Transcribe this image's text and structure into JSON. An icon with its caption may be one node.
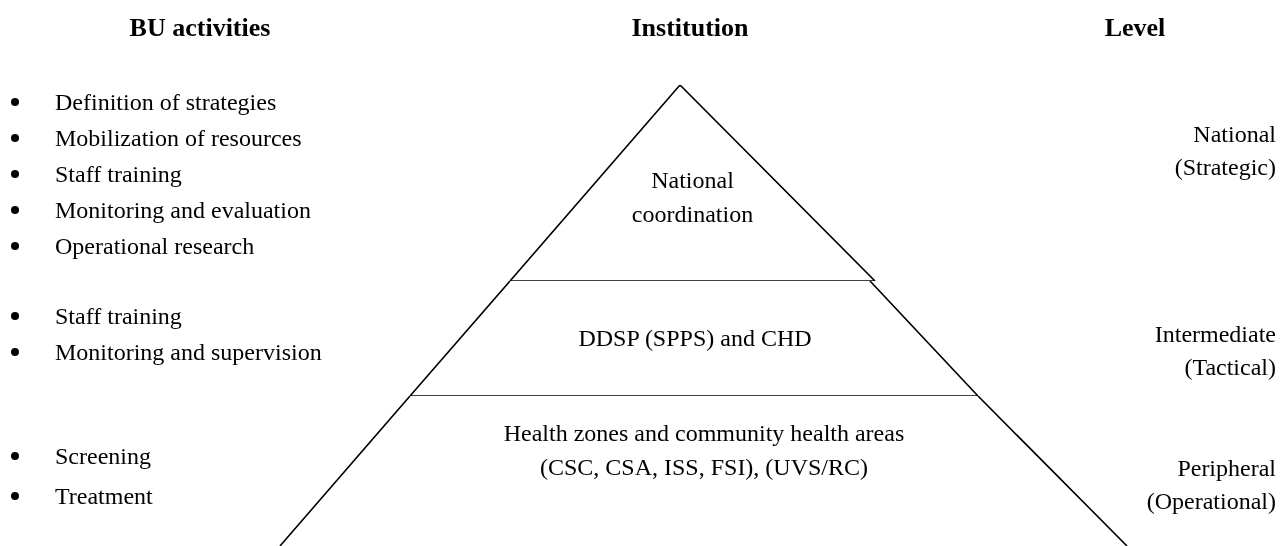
{
  "diagram": {
    "nodes": [
      {
        "text": [
          "National coordination"
        ]
      },
      {
        "text": [
          "DDSP (SPPS) and CHD"
        ]
      },
      {
        "text": [
          "Health zones and community health areas (CSC, CSA, ISS, FSI), (UVS/RC)"
        ]
      }
    ],
    "labels": [
      "BU activities",
      "Institution",
      "Level",
      "Definition of strategies",
      "Mobilization of resources",
      "Staff training",
      "Monitoring and evaluation",
      "Operational research",
      "National (Strategic)",
      "Staff training",
      "Monitoring and supervision",
      "Intermediate (Tactical)",
      "Screening",
      "Treatment",
      "Peripheral (Operational)"
    ]
  }
}
